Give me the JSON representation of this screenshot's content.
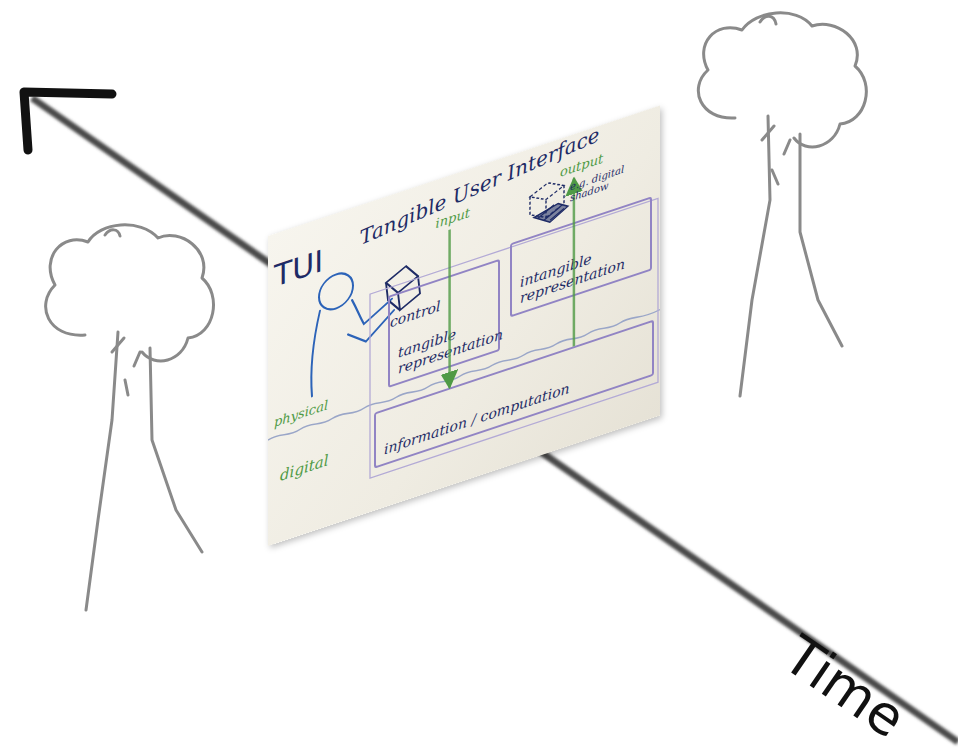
{
  "diagram": {
    "nodes": [
      {
        "text": [
          "tangible representation"
        ]
      },
      {
        "text": [
          "intangible representation"
        ]
      },
      {
        "text": [
          "information / computation"
        ]
      }
    ],
    "edges": [
      {
        "from": 0,
        "to": 2,
        "arrow": "to",
        "label": "input"
      },
      {
        "from": 2,
        "to": 1,
        "arrow": "to",
        "label": "output"
      }
    ],
    "labels": [
      "TUI",
      "Tangible User Interface",
      "control",
      "e.g. digital shadow",
      "physical",
      "digital",
      "Time"
    ]
  }
}
